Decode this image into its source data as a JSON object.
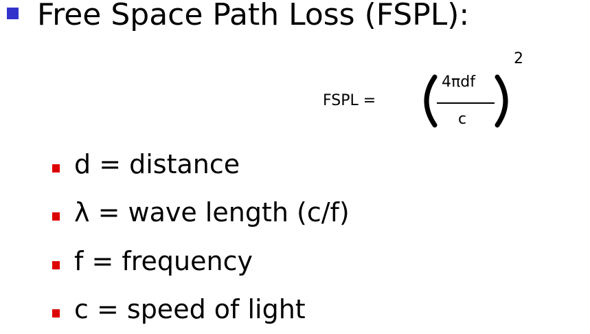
{
  "slide": {
    "title": "Free Space Path Loss (FSPL):",
    "formula": {
      "lhs": "FSPL =",
      "numerator": "4πdf",
      "denominator": "c",
      "exponent": "2"
    },
    "bullets": [
      "d = distance",
      "λ = wave length (c/f)",
      "f = frequency",
      "c = speed of light"
    ]
  },
  "colors": {
    "main_bullet": "#3333cc",
    "sub_bullet": "#dd0000",
    "text": "#000000",
    "background": "#ffffff"
  }
}
